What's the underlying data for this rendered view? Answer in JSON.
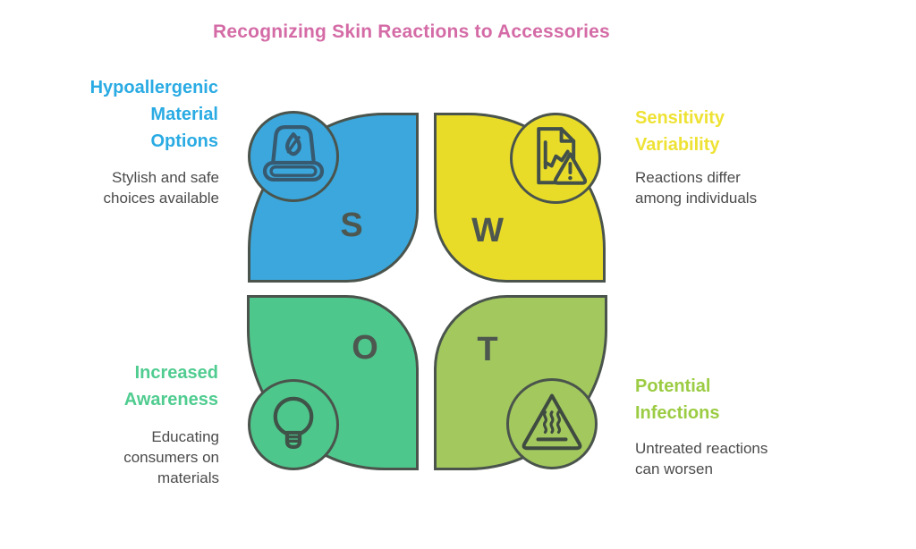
{
  "title": {
    "text": "Recognizing Skin Reactions to Accessories",
    "color": "#d46ba6"
  },
  "colors": {
    "outline": "#4a544c",
    "letter": "#4d574f",
    "body_text": "#4b4b4b",
    "background": "#ffffff"
  },
  "quadrants": {
    "strengths": {
      "letter": "S",
      "fill": "#3ba7dc",
      "heading_color": "#2aabe3",
      "icon": "fabric-leaf-icon",
      "heading_lines": [
        "Hypoallergenic",
        "Material",
        "Options"
      ],
      "description_lines": [
        "Stylish and safe",
        "choices available"
      ]
    },
    "weaknesses": {
      "letter": "W",
      "fill": "#e9dc29",
      "heading_color": "#eee234",
      "icon": "document-chart-warning-icon",
      "heading_lines": [
        "Sensitivity",
        "Variability"
      ],
      "description_lines": [
        "Reactions differ",
        "among individuals"
      ]
    },
    "opportunities": {
      "letter": "O",
      "fill": "#4ec78c",
      "heading_color": "#50cc90",
      "icon": "lightbulb-icon",
      "heading_lines": [
        "Increased",
        "Awareness"
      ],
      "description_lines": [
        "Educating",
        "consumers on",
        "materials"
      ]
    },
    "threats": {
      "letter": "T",
      "fill": "#a2c85e",
      "heading_color": "#9bcc43",
      "icon": "hot-surface-warning-icon",
      "heading_lines": [
        "Potential",
        "Infections"
      ],
      "description_lines": [
        "Untreated reactions",
        "can worsen"
      ]
    }
  }
}
